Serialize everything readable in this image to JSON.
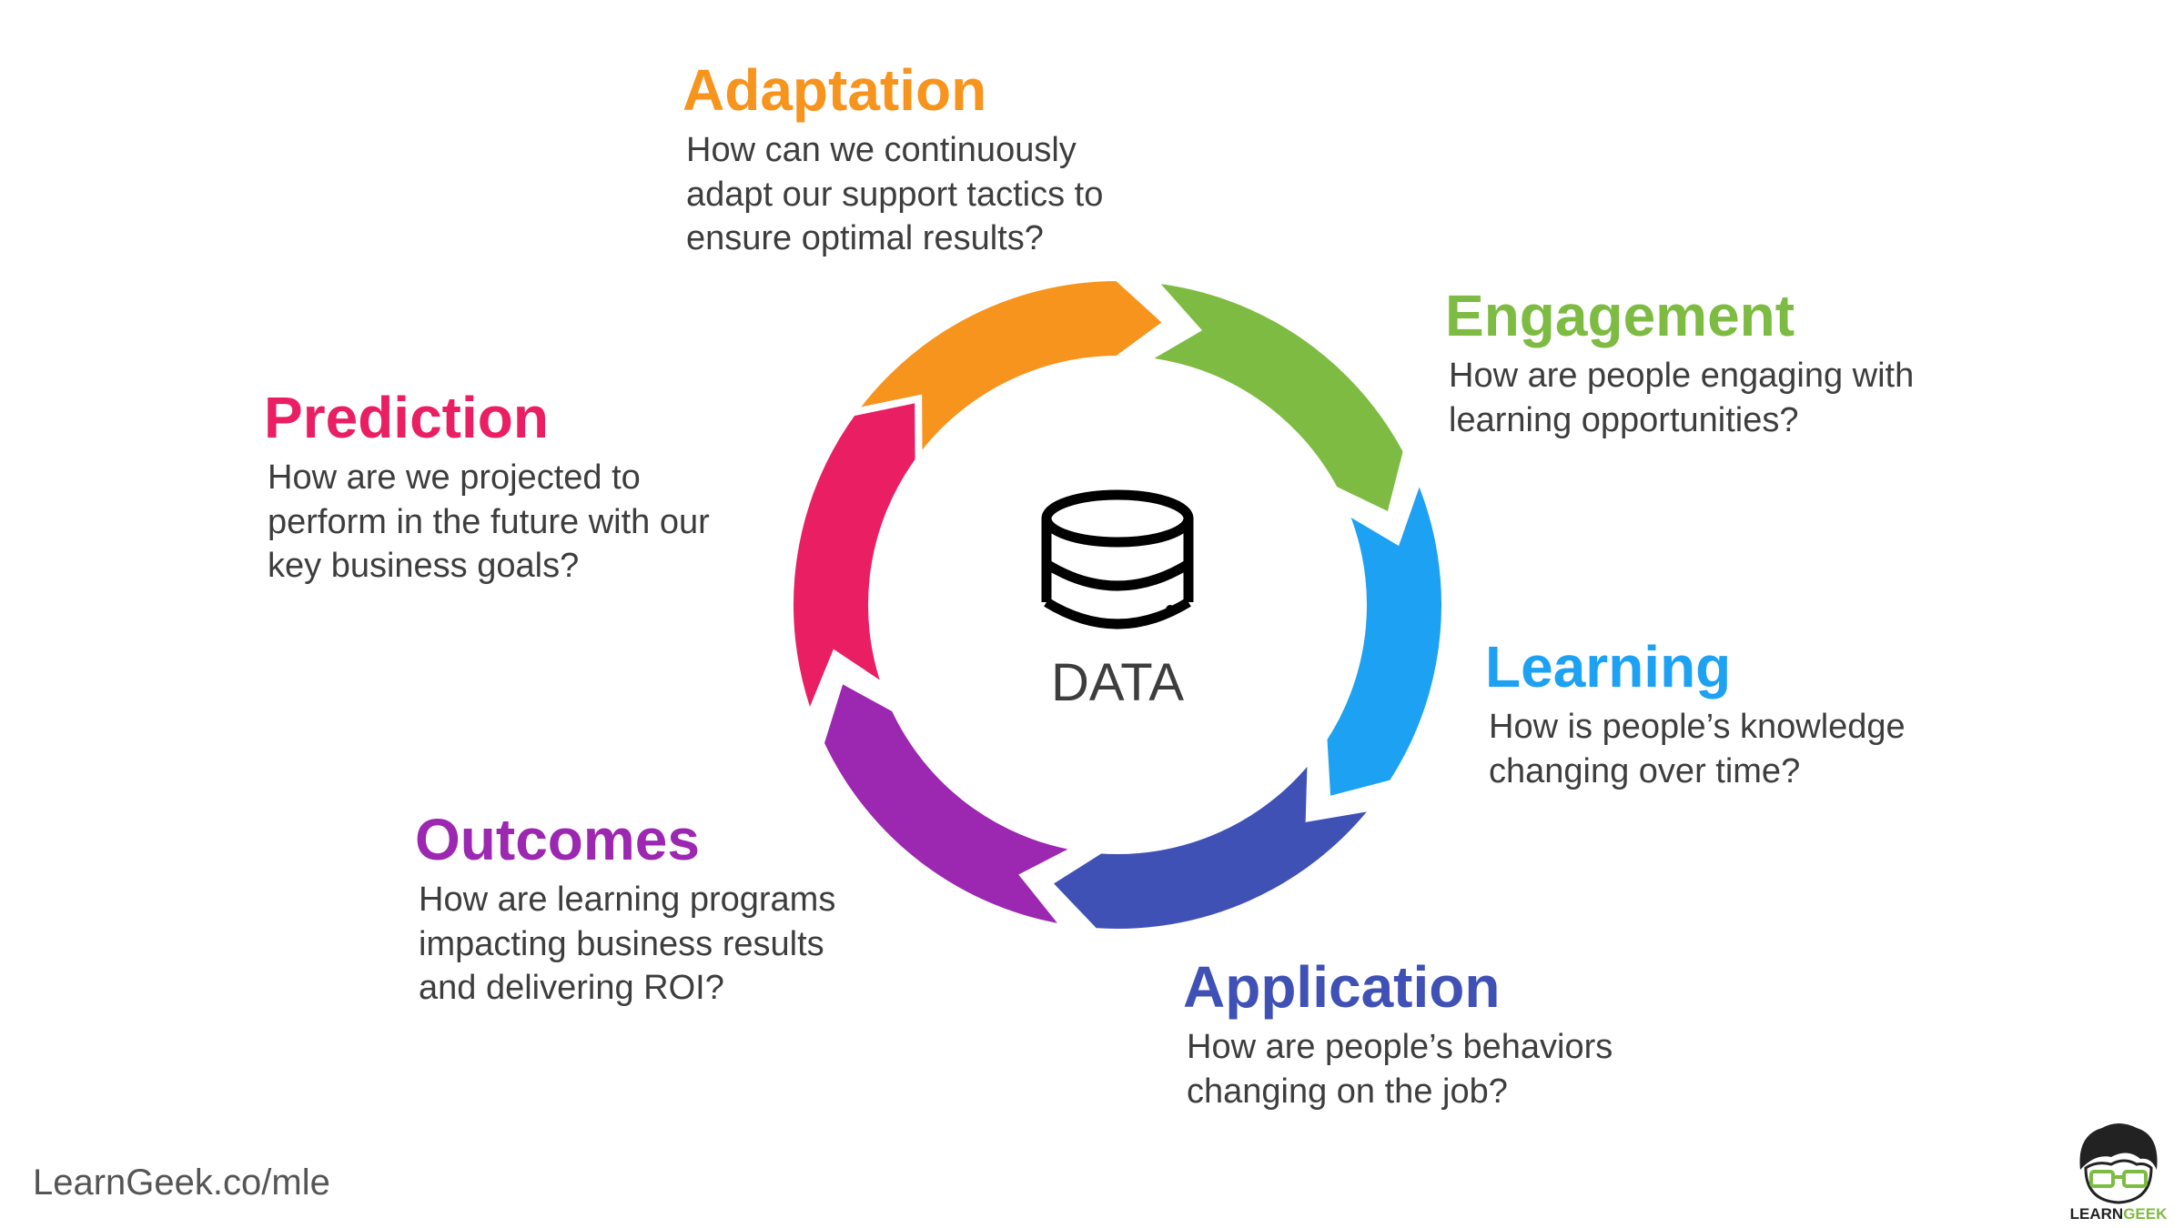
{
  "center": {
    "label": "DATA",
    "icon": "database-icon"
  },
  "stages": [
    {
      "title": "Adaptation",
      "color": "#F7941D",
      "description": "How can we continuously adapt our support tactics to ensure optimal results?"
    },
    {
      "title": "Engagement",
      "color": "#7DBB42",
      "description": "How are people engaging with learning opportunities?"
    },
    {
      "title": "Learning",
      "color": "#1DA1F2",
      "description": "How is people’s knowledge changing over time?"
    },
    {
      "title": "Application",
      "color": "#3F51B5",
      "description": "How are people’s behaviors changing on the job?"
    },
    {
      "title": "Outcomes",
      "color": "#9C27B0",
      "description": "How are learning programs impacting business results and delivering ROI?"
    },
    {
      "title": "Prediction",
      "color": "#E91E63",
      "description": "How are we projected to perform in the future with our key business goals?"
    }
  ],
  "footer": {
    "link_text": "LearnGeek.co/mle"
  },
  "logo": {
    "text_part1": "LEARN",
    "text_part2": "GEEK",
    "color_part2": "#7DBB42"
  }
}
